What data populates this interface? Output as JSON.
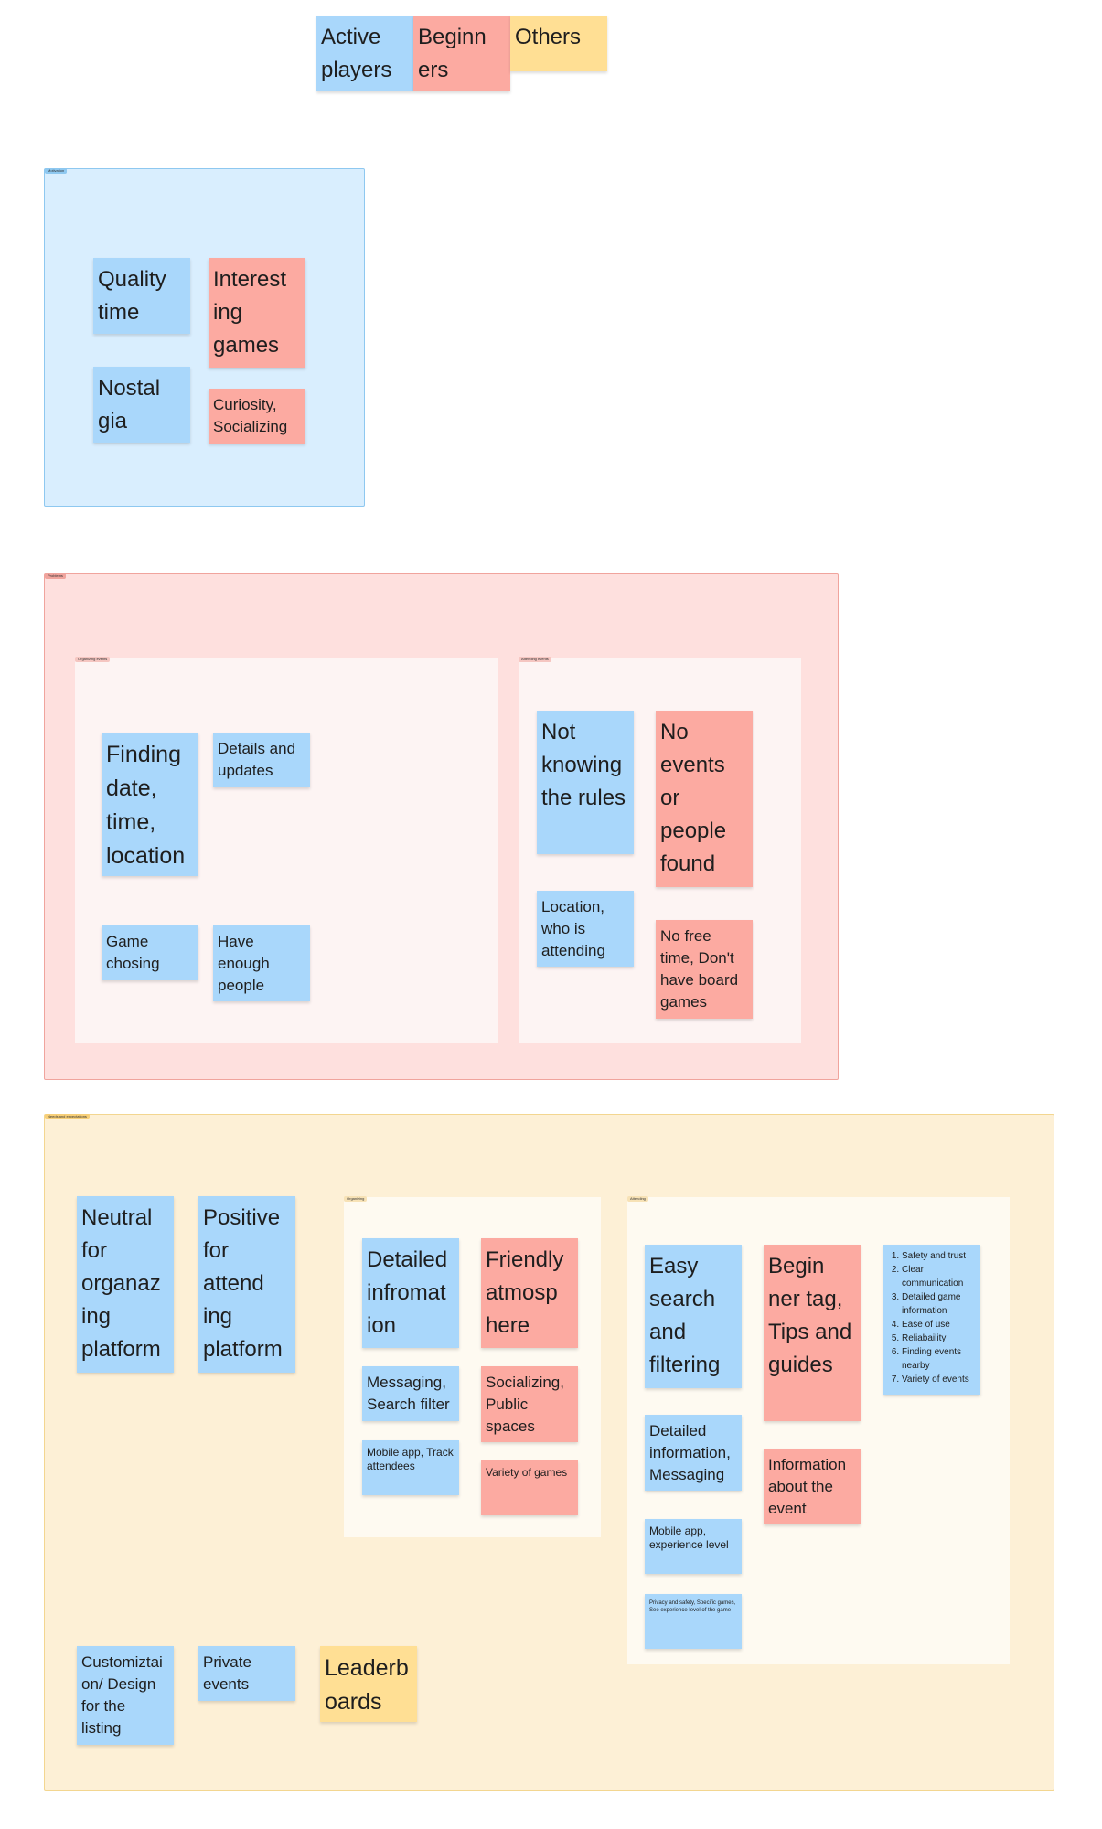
{
  "legend": {
    "active": "Active players",
    "beginners": "Beginn ers",
    "others": "Others"
  },
  "motivation": {
    "tag": "Motivation",
    "quality_time": "Quality time",
    "nostalgia": "Nostal gia",
    "interesting_games": "Interest ing games",
    "curiosity": "Curiosity, Socializing"
  },
  "problems": {
    "tag": "Problems",
    "organizing": {
      "tag": "Organizing events",
      "finding": "Finding date, time, location",
      "details": "Details and updates",
      "game_chosing": "Game chosing",
      "enough_people": "Have enough people"
    },
    "attending": {
      "tag": "Attending events",
      "not_knowing": "Not knowing the rules",
      "location_who": "Location, who is attending",
      "no_events": "No events or people found",
      "no_free_time": "No free time, Don't have board games"
    }
  },
  "needs": {
    "tag": "Needs and expectations",
    "neutral": "Neutral for organaz ing platform",
    "positive": "Positive for attend ing platform",
    "customization": "Customiztai on/ Design for the listing",
    "private_events": "Private events",
    "leaderboards": "Leaderb oards",
    "organizing": {
      "tag": "Organizing",
      "detailed": "Detailed infromat ion",
      "messaging": "Messaging, Search filter",
      "mobile": "Mobile app, Track attendees",
      "friendly": "Friendly atmosp here",
      "socializing": "Socializing, Public spaces",
      "variety": "Variety of games"
    },
    "attending": {
      "tag": "Attending",
      "easy_search": "Easy search and filtering",
      "detailed_info": "Detailed information, Messaging",
      "mobile_exp": "Mobile app, experience level",
      "privacy": "Privacy and safety, Specific games, See experience level of the game",
      "beginner_tag": "Begin ner tag, Tips and guides",
      "info_event": "Information about the event",
      "list": [
        "Safety and trust",
        "Clear communication",
        "Detailed game information",
        "Ease of use",
        "Reliabaility",
        "Finding events nearby",
        "Variety of events"
      ]
    }
  },
  "colors": {
    "active_note": "#a9d7fb",
    "beginner_note": "#fcaaa1",
    "others_note": "#ffdf94",
    "motivation_bg": "#d9eefe",
    "problems_bg": "#fee0de",
    "needs_bg": "#fdf0d6"
  }
}
